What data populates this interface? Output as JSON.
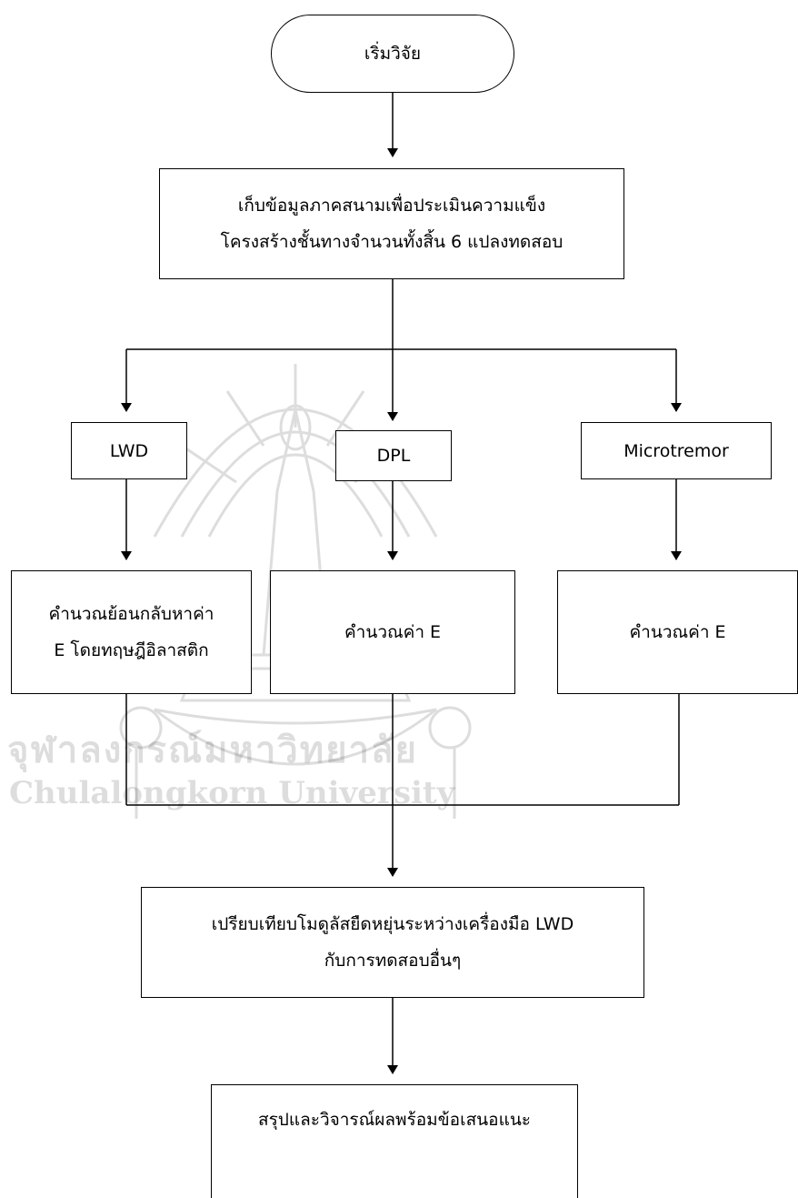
{
  "diagram": {
    "start": "เริ่มวิจัย",
    "field_data": {
      "line1": "เก็บข้อมูลภาคสนามเพื่อประเมินความแข็ง",
      "line2": "โครงสร้างชั้นทางจำนวนทั้งสิ้น 6 แปลงทดสอบ"
    },
    "methods": {
      "lwd": "LWD",
      "dpl": "DPL",
      "microtremor": "Microtremor"
    },
    "calculations": {
      "lwd_line1": "คำนวณย้อนกลับหาค่า",
      "lwd_line2": "E โดยทฤษฎีอิลาสติก",
      "dpl": "คำนวณค่า E",
      "microtremor": "คำนวณค่า E"
    },
    "compare": {
      "line1": "เปรียบเทียบโมดูลัสยืดหยุ่นระหว่างเครื่องมือ LWD",
      "line2": "กับการทดสอบอื่นๆ"
    },
    "conclusion": "สรุปและวิจารณ์ผลพร้อมข้อเสนอแนะ"
  },
  "watermark": {
    "line1": "จุฬาลงกรณ์มหาวิทยาลัย",
    "line2": "Chulalongkorn University"
  }
}
